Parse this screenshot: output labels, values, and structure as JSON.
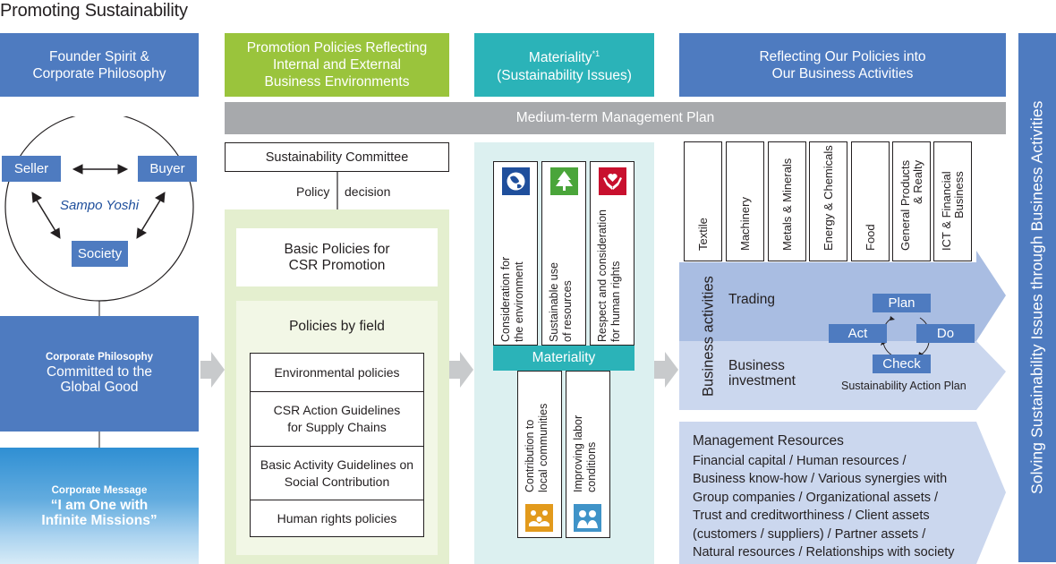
{
  "title": "Promoting Sustainability",
  "headers": {
    "col1": "Founder Spirit &\nCorporate Philosophy",
    "col2": "Promotion Policies Reflecting\nInternal and External\nBusiness Environments",
    "col3_main": "Materiality",
    "col3_sup": "*1",
    "col3_sub": "(Sustainability Issues)",
    "col4": "Reflecting Our Policies into\nOur Business Activities",
    "right_bar": "Solving Sustainability Issues through Business Activities"
  },
  "medium_term_plan": "Medium-term Management Plan",
  "founder": {
    "seller": "Seller",
    "buyer": "Buyer",
    "society": "Society",
    "sampo_yoshi": "Sampo Yoshi"
  },
  "corporate_philosophy": {
    "label": "Corporate Philosophy",
    "text": "Committed to the\nGlobal Good"
  },
  "corporate_message": {
    "label": "Corporate Message",
    "text": "“I am One with\nInfinite Missions”"
  },
  "promotion": {
    "committee": "Sustainability Committee",
    "policy": "Policy",
    "decision": "decision",
    "basic_policies": "Basic Policies for\nCSR Promotion",
    "policies_by_field": "Policies by field",
    "field_policies": [
      "Environmental policies",
      "CSR Action Guidelines\nfor Supply Chains",
      "Basic Activity Guidelines on\nSocial Contribution",
      "Human rights policies"
    ]
  },
  "materiality": {
    "center_label": "Materiality",
    "top_items": [
      {
        "text": "Consideration for\nthe environment",
        "icon": "globe-icon",
        "color": "#1f4f9c"
      },
      {
        "text": "Sustainable use\nof resources",
        "icon": "tree-icon",
        "color": "#4aa53a"
      },
      {
        "text": "Respect and consideration\nfor human rights",
        "icon": "heart-hands-icon",
        "color": "#c8102e"
      }
    ],
    "bottom_items": [
      {
        "text": "Contribution to\nlocal communities",
        "icon": "community-icon",
        "color": "#e29a1c"
      },
      {
        "text": "Improving labor\nconditions",
        "icon": "workers-icon",
        "color": "#3f93c8"
      }
    ]
  },
  "business": {
    "sectors": [
      "Textile",
      "Machinery",
      "Metals & Minerals",
      "Energy & Chemicals",
      "Food",
      "General Products\n& Realty",
      "ICT & Financial\nBusiness"
    ],
    "activities_label": "Business activities",
    "trading": "Trading",
    "investment": "Business\ninvestment",
    "pdca": {
      "plan": "Plan",
      "do": "Do",
      "check": "Check",
      "act": "Act"
    },
    "action_plan": "Sustainability Action Plan",
    "management_resources_title": "Management Resources",
    "management_resources_text": "Financial capital / Human resources /\nBusiness know-how / Various synergies with\nGroup companies / Organizational assets /\nTrust and creditworthiness / Client assets\n(customers / suppliers) / Partner assets /\nNatural resources / Relationships with society"
  },
  "colors": {
    "blue_header": "#4e7bc0",
    "green_header": "#9ac43c",
    "teal_header": "#2bb3b8",
    "grey_bar": "#a7a9ac",
    "light_green": "#e4efcf",
    "light_teal": "#dcf0f0",
    "light_blue_arrow": "#a9bde2",
    "pale_blue_arrow": "#cbd7ee"
  }
}
